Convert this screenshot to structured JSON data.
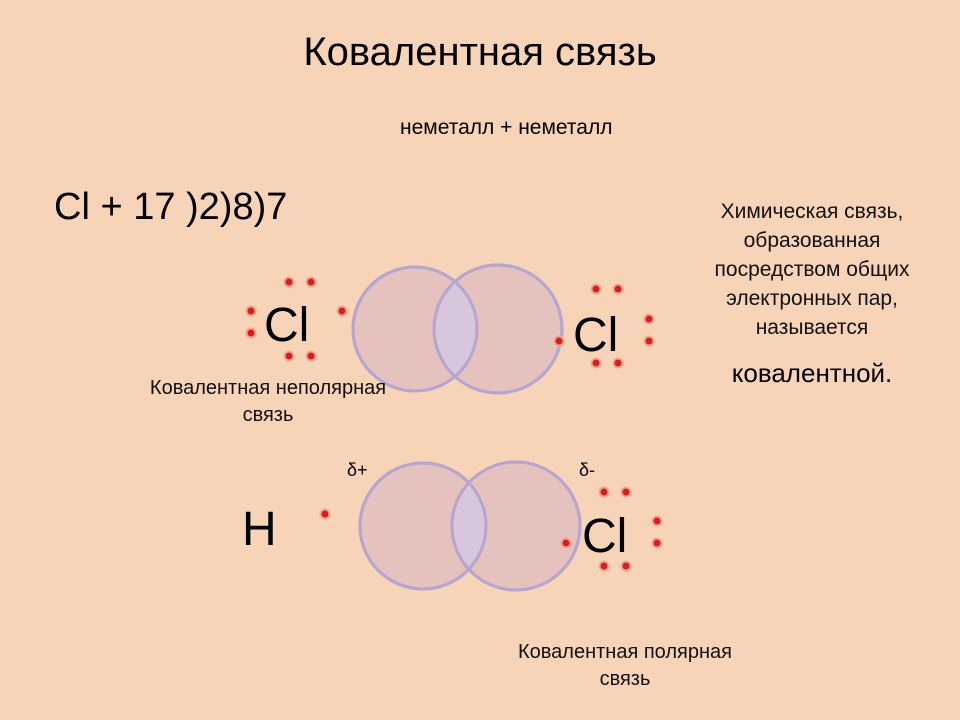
{
  "title": "Ковалентная связь",
  "subtitle": "неметалл + неметалл",
  "formula": "Cl + 17 )2)8)7",
  "definition_lines": [
    "Химическая связь,",
    "образованная",
    "посредством общих",
    "электронных пар,",
    "называется"
  ],
  "definition_emphasis": "ковалентной.",
  "nonpolar": {
    "left_atom": "Cl",
    "right_atom": "Cl",
    "caption_lines": [
      "Ковалентная неполярная",
      "связь"
    ]
  },
  "polar": {
    "left_atom": "H",
    "right_atom": "Cl",
    "delta_plus": "δ+",
    "delta_minus": "δ-",
    "caption_lines": [
      "Ковалентная полярная",
      "связь"
    ]
  },
  "colors": {
    "background": "#f7d3b8",
    "orbital_fill": "#e6c2bf",
    "orbital_overlap": "#d8c6dc",
    "orbital_stroke": "#b4a6cf",
    "electron_fill": "#d71f1f",
    "electron_ring": "#f2a58f"
  }
}
